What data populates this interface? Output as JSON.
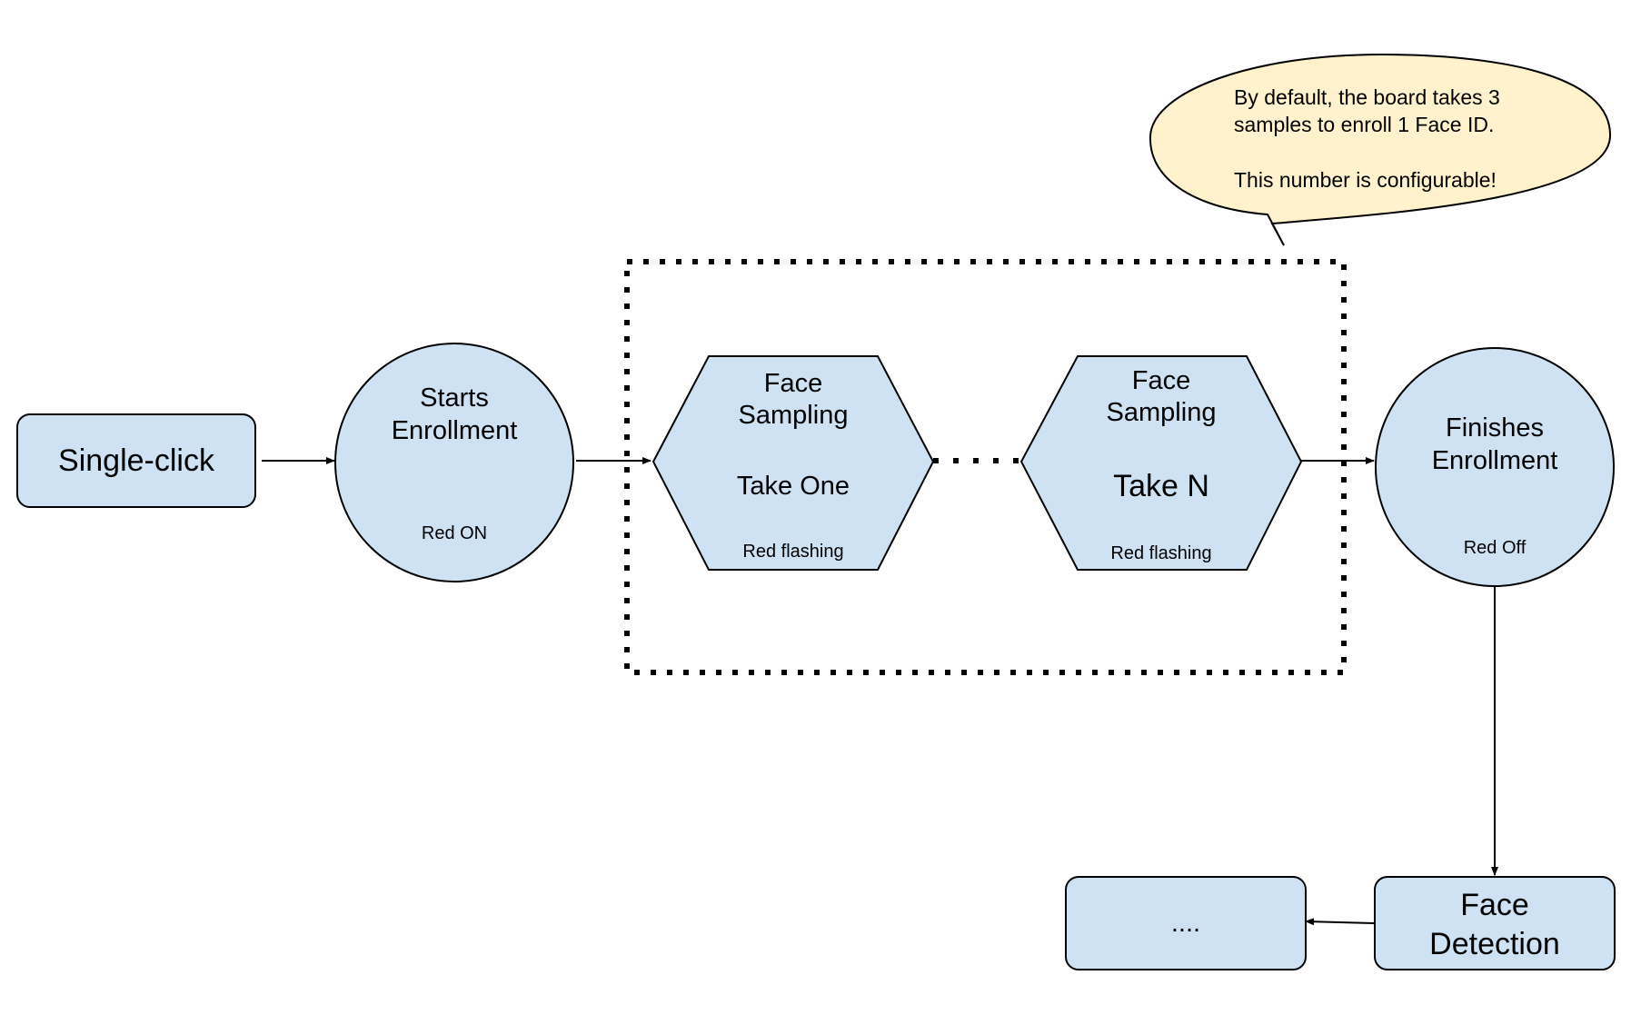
{
  "nodes": {
    "single_click": {
      "label": "Single-click"
    },
    "starts_enrollment": {
      "lines": [
        "Starts",
        "Enrollment"
      ],
      "status": "Red ON"
    },
    "face_sampling_one": {
      "lines": [
        "Face",
        "Sampling"
      ],
      "take": "Take One",
      "status": "Red flashing"
    },
    "face_sampling_n": {
      "lines": [
        "Face",
        "Sampling"
      ],
      "take": "Take N",
      "status": "Red flashing"
    },
    "finishes_enrollment": {
      "lines": [
        "Finishes",
        "Enrollment"
      ],
      "status": "Red Off"
    },
    "face_detection": {
      "lines": [
        "Face",
        "Detection"
      ]
    },
    "next_step": {
      "label": "...."
    }
  },
  "callout": {
    "lines": [
      "By default, the board takes 3",
      "samples to enroll 1 Face ID.",
      "",
      "This number is configurable!"
    ]
  },
  "colors": {
    "node_fill": "#cfe2f3",
    "callout_fill": "#fff2cc",
    "stroke": "#000000"
  }
}
